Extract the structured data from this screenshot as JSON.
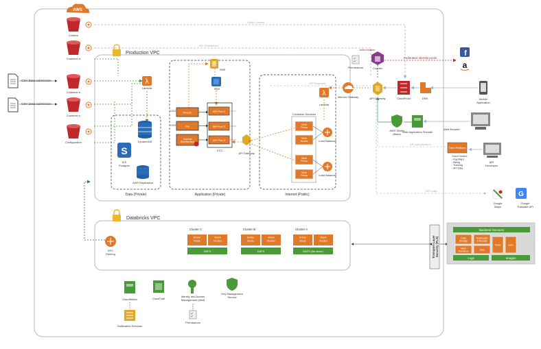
{
  "aws_badge": "AWS",
  "vpcs": {
    "production": "Production VPC",
    "databricks": "Databricks VPC",
    "data_private": "Data (Private)",
    "app_private": "Application (Private)",
    "internet_public": "Internet (Public)"
  },
  "left_inputs": {
    "csv1": "CSV Data submission",
    "csv2": "CSV Data submission"
  },
  "buckets": [
    "Content",
    "Customer a",
    "Customer b",
    "Customer c",
    "Configuration"
  ],
  "data_services": {
    "dynamodb": "DynamoDB",
    "s3": "S3/S\nPostgres",
    "aws_replicaton": "AWS Replication",
    "lambda_top": "Lambda"
  },
  "app_services": {
    "sns": "SNS",
    "sqs": "SQS",
    "ec2_group_label": "EC2",
    "left_boxes": [
      "Kinesis",
      "Kin",
      "Internal\nWebService"
    ],
    "apis": [
      "API Port 1",
      "API Port 2",
      "API Port 3"
    ],
    "left_tags": [
      "CG1",
      "CG2"
    ],
    "api_gateway_inner": "API Gateway"
  },
  "internet_services": {
    "container_label": "Container Services",
    "nodes": [
      "Web\nProxy",
      "Web\nNodes",
      "Web\nProxy",
      "Web\nProxy"
    ],
    "lb1": "Load Balancer",
    "lb2": "Load Balancer",
    "lambda": "Lambda"
  },
  "edge": {
    "authorization": "authorization",
    "permissions": "Permissions",
    "cognito": "Cognito",
    "federated": "Federated Identity pools",
    "internet_gateway": "Internet Gateway",
    "api_gateway": "API Gateway",
    "cloudfront": "CloudFront",
    "dns": "DNS",
    "aws_shield": "AWS Shield\n(Base)",
    "web_app_firewall": "Web Application Firewall",
    "mobile": "Mobile Application",
    "web_browser": "Web Browser",
    "api_developer": "API Developer",
    "third_party": "Third Platform",
    "third_party_list": "Cloud Hosted:\n- Kay Maps\n- Billing\n- Tracking\n- API Data",
    "google_maps": "Google Maps",
    "google_translate": "Google Translate API",
    "edge_labels": {
      "static_content": "Static Content",
      "api_submission": "API Submission",
      "api_requests": "API Requests",
      "api_authorization": "API Authorization",
      "api_calls": "API Calls"
    }
  },
  "databricks": {
    "vpc_peering": "VPC\nPeering",
    "clusters": [
      {
        "name": "Cluster C",
        "driver": "Driver\nNode",
        "worker": "Work\nNodes",
        "dbfs": "DBFS"
      },
      {
        "name": "Cluster B",
        "driver": "Driver\nNode",
        "worker": "Work\nNodes",
        "dbfs": "DBFS"
      },
      {
        "name": "Cluster A",
        "driver": "Driver\nNode",
        "worker": "Work\nNodes",
        "dbfs": "DBFS (file store)"
      }
    ],
    "tls": "Transport Layer\nSecurity (TLS)",
    "backend": {
      "title": "Backend Services",
      "items": [
        "Data\nStorage",
        "Notebooks\n& Results",
        "Tasks",
        "Jobs",
        "Web\nFrontend",
        "Jobs"
      ],
      "logs": "Logs",
      "images": "Images"
    }
  },
  "bottom_services": {
    "cloudwatch": "CloudWatch",
    "cloudtrail": "CloudTrail",
    "iam": "Identity and Access\nManagement (IAM)",
    "kms": "Key Management\nService",
    "permissions": "Permissions",
    "notification": "Notification Services"
  },
  "colors": {
    "orange": "#e07a2a",
    "green": "#4a9a3a",
    "red": "#c0282a",
    "blue": "#1f5fa8",
    "gray": "#9a9a9a"
  }
}
